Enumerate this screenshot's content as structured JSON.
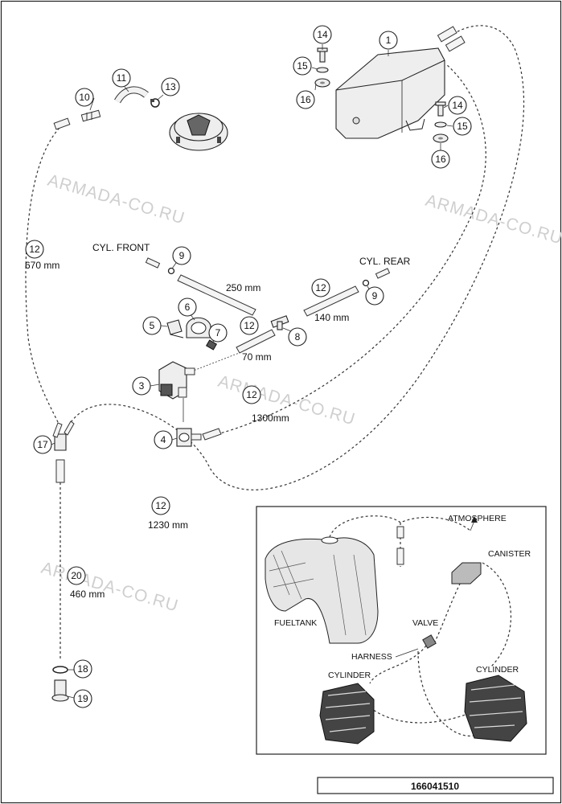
{
  "watermark": "ARMADA-CO.RU",
  "diagram_code": "166041510",
  "callouts": {
    "c1": "1",
    "c3": "3",
    "c4": "4",
    "c5": "5",
    "c6": "6",
    "c7": "7",
    "c8": "8",
    "c9": "9",
    "c10": "10",
    "c11": "11",
    "c12": "12",
    "c13": "13",
    "c14": "14",
    "c15": "15",
    "c16": "16",
    "c17": "17",
    "c18": "18",
    "c19": "19",
    "c20": "20"
  },
  "labels": {
    "cyl_front": "CYL. FRONT",
    "cyl_rear": "CYL. REAR",
    "len_670": "670 mm",
    "len_250": "250 mm",
    "len_140": "140 mm",
    "len_70": "70 mm",
    "len_1300": "1300mm",
    "len_1230": "1230 mm",
    "len_460": "460 mm"
  },
  "inset": {
    "atmosphere": "ATMOSPHERE",
    "canister": "CANISTER",
    "fueltank": "FUELTANK",
    "valve": "VALVE",
    "harness": "HARNESS",
    "cylinder_left": "CYLINDER",
    "cylinder_right": "CYLINDER"
  }
}
